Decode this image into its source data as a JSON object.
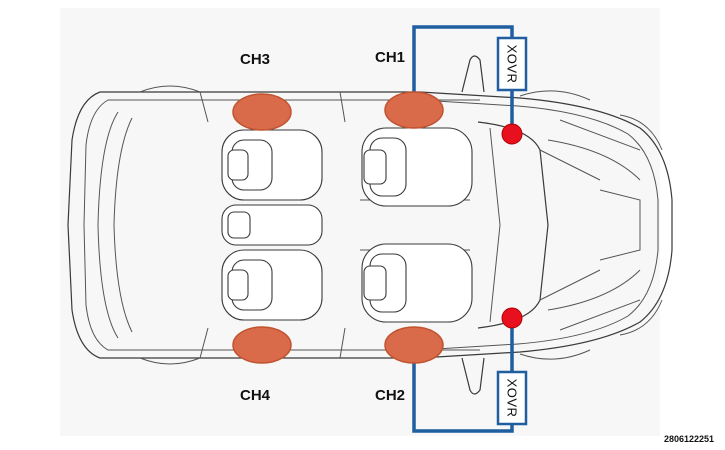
{
  "colors": {
    "door_speaker": "#D96A4A",
    "tweeter_speaker": "#E8101E",
    "wiring": "#1F5FA0",
    "outline": "#3A3A3A"
  },
  "channels": {
    "ch1": "CH1",
    "ch2": "CH2",
    "ch3": "CH3",
    "ch4": "CH4"
  },
  "crossovers": {
    "front_top": "XOVR",
    "front_bottom": "XOVR"
  },
  "figure_code": "2806122251"
}
